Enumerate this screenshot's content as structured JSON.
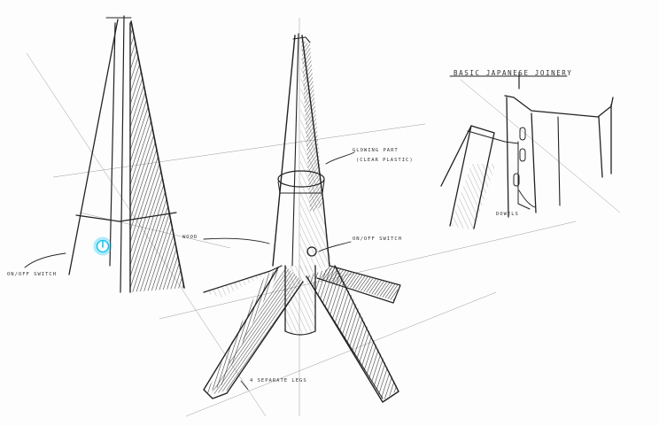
{
  "annotations": {
    "on_off_switch_left": "ON/OFF SWITCH",
    "glowing_part_line1": "GLOWING PART",
    "glowing_part_line2": "(CLEAR PLASTIC)",
    "wood": "WOOD",
    "on_off_switch_center": "ON/OFF SWITCH",
    "separate_legs": "4 SEPARATE LEGS",
    "joinery": "BASIC JAPANESE JOINERY",
    "dowels": "DOWELS"
  },
  "colors": {
    "ink": "#222222",
    "glow": "#19c6f2",
    "paper": "#fdfdfd"
  },
  "icons": [
    "power-icon"
  ]
}
